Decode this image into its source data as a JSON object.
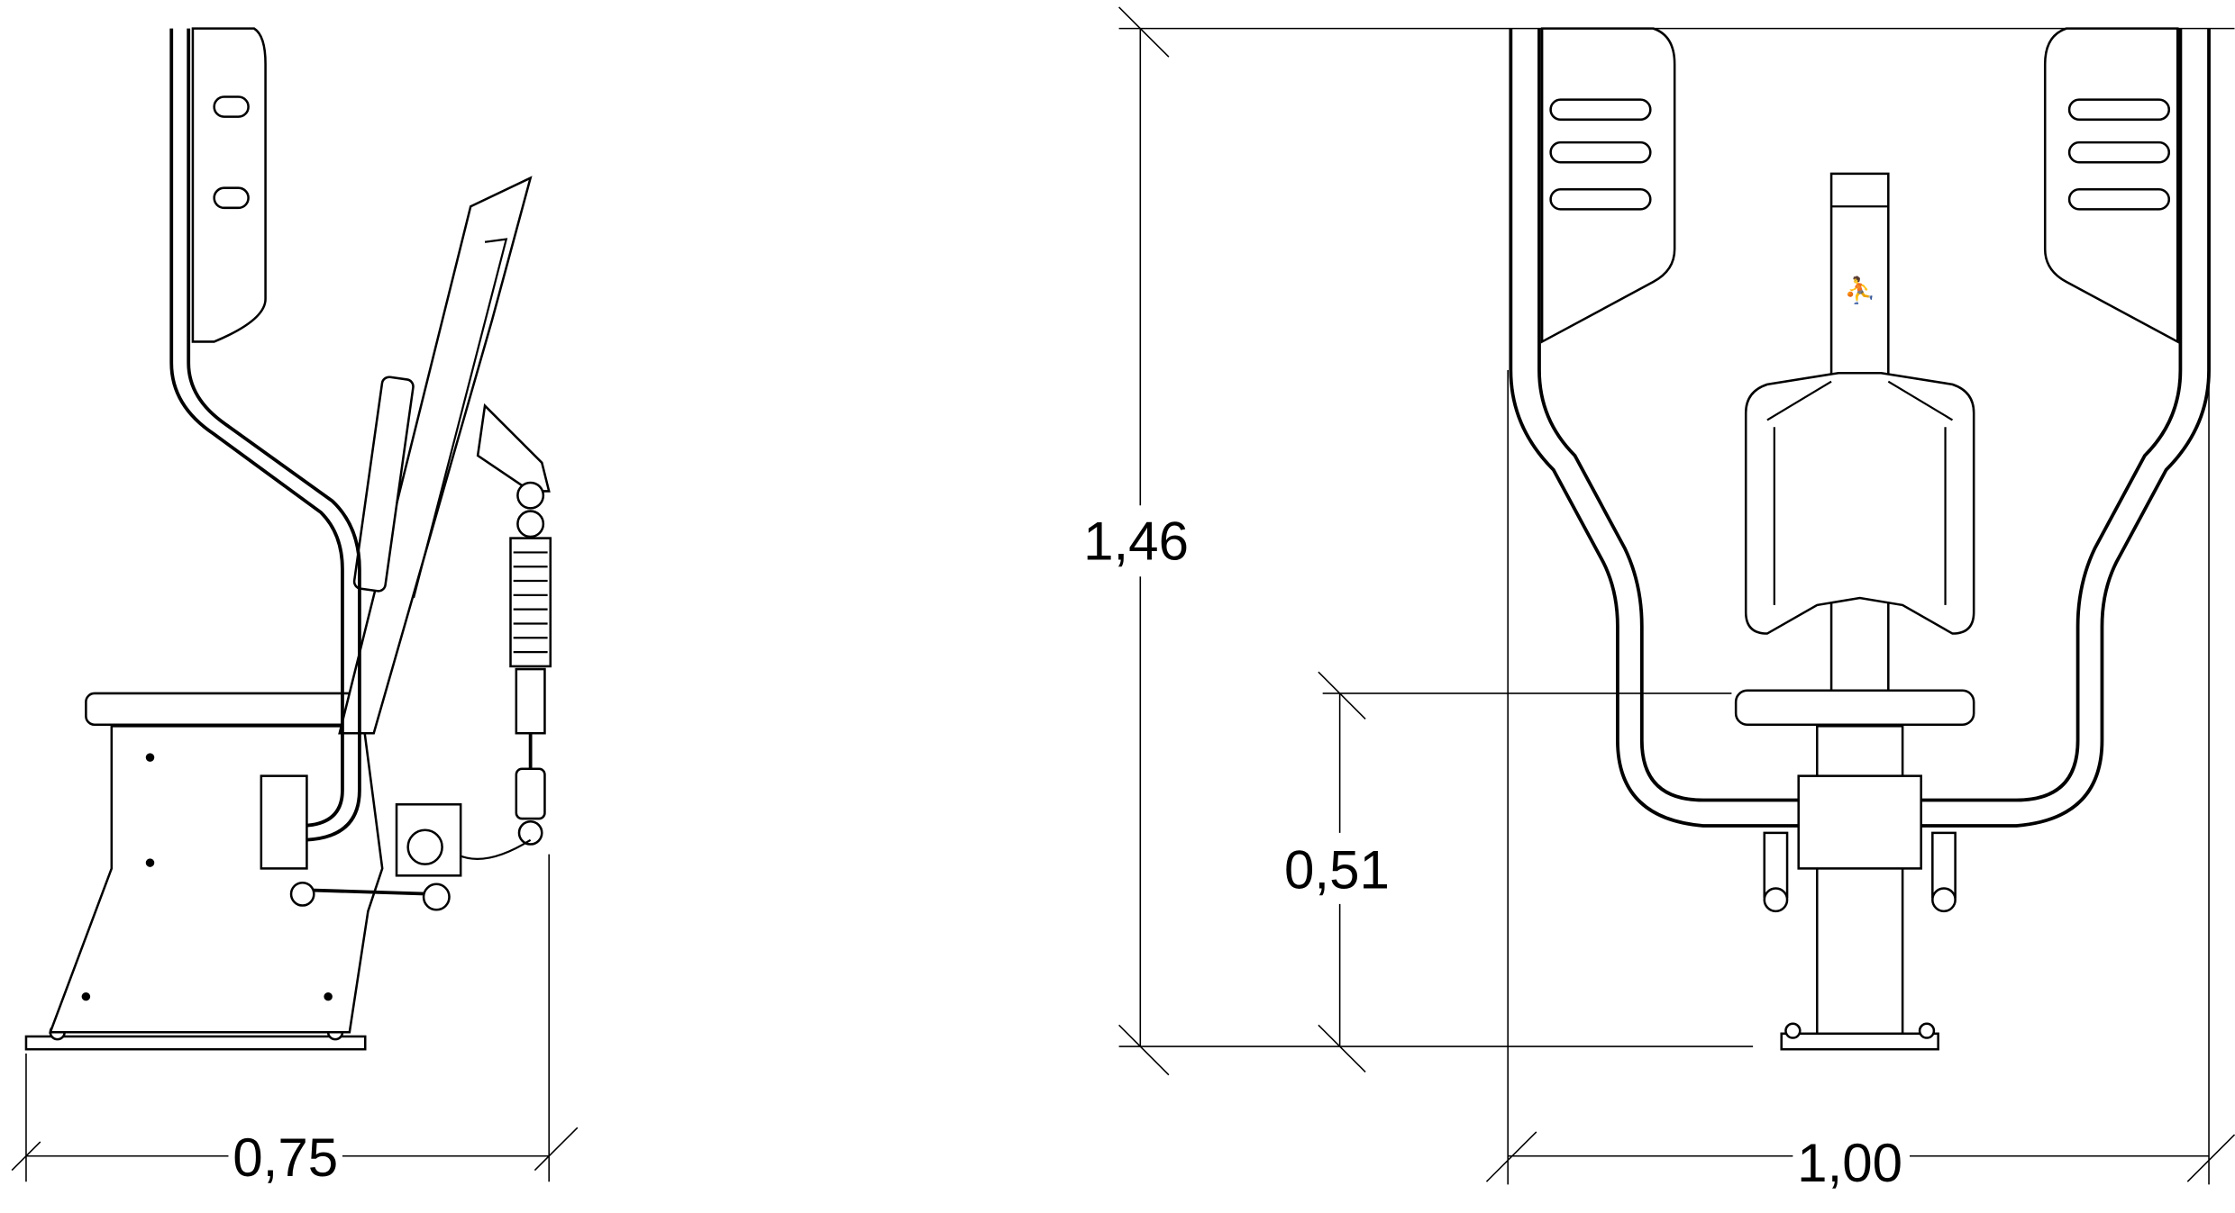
{
  "drawing": {
    "side_view": {
      "depth_label": "0,75"
    },
    "front_view": {
      "height_label": "1,46",
      "seat_height_label": "0,51",
      "width_label": "1,00"
    }
  },
  "colors": {
    "line": "#000000",
    "background": "#ffffff"
  }
}
